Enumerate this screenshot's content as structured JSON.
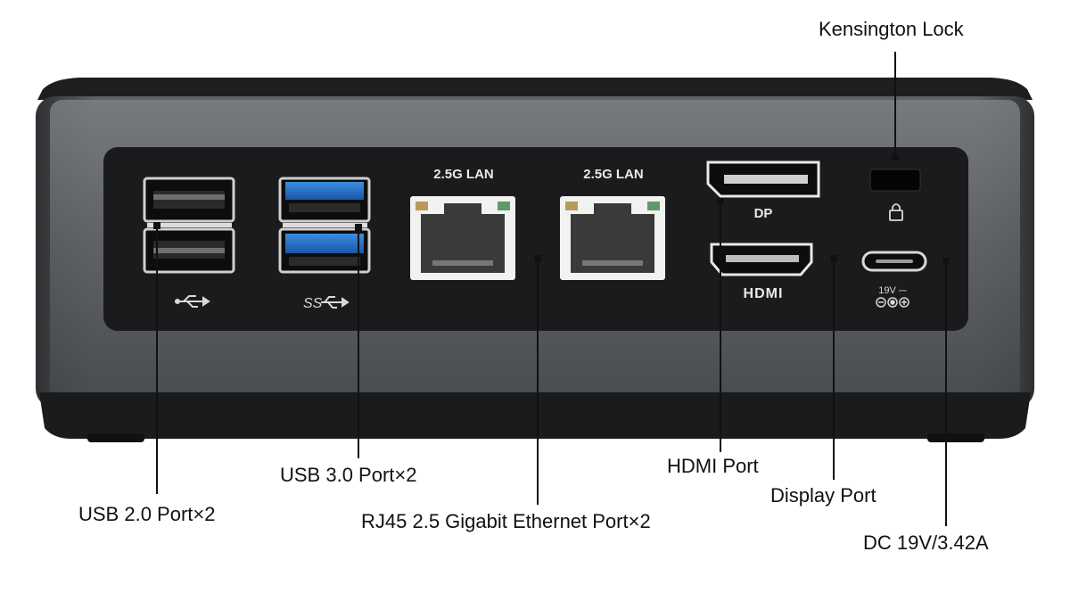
{
  "callouts": {
    "kensington": "Kensington Lock",
    "usb2": "USB 2.0 Port×2",
    "usb3": "USB 3.0 Port×2",
    "rj45": "RJ45 2.5 Gigabit Ethernet Port×2",
    "hdmi": "HDMI Port",
    "displayport": "Display Port",
    "dc": "DC 19V/3.42A"
  },
  "panel_labels": {
    "lan1": "2.5G LAN",
    "lan2": "2.5G LAN",
    "dp": "DP",
    "hdmi": "HDMI",
    "power": "19V ⎓",
    "ss": "SS"
  },
  "colors": {
    "panel": "#1b1b1d",
    "body": "#62666a",
    "usb3_blue": "#1f6fc6",
    "ethernet_white": "#f2f2f0"
  },
  "icons": [
    "usb-icon",
    "usb-superspeed-icon",
    "lock-icon",
    "dc-polarity-icon"
  ]
}
